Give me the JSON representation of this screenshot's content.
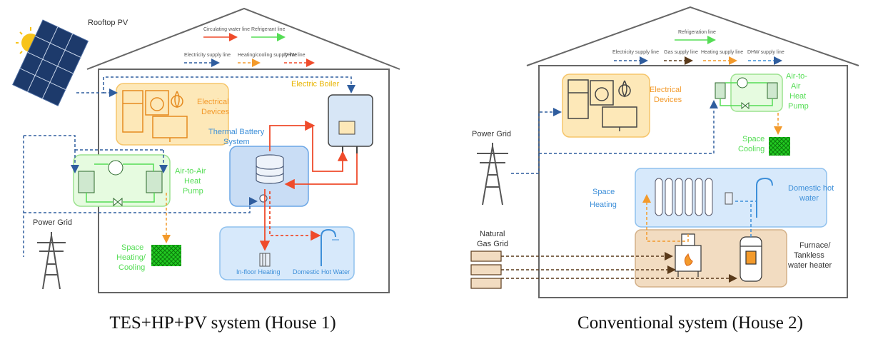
{
  "house1": {
    "caption": "TES+HP+PV system (House 1)",
    "legend": {
      "circulating_water": "Circulating water line",
      "refrigerant": "Refrigerant line",
      "electricity": "Electricity supply line",
      "heating_cooling": "Heating/cooling supply line",
      "dhw": "DHW line"
    },
    "labels": {
      "rooftop_pv": "Rooftop PV",
      "electrical_devices_1": "Electrical",
      "electrical_devices_2": "Devices",
      "electric_boiler": "Electric Boiler",
      "thermal_battery_1": "Thermal Battery",
      "thermal_battery_2": "System",
      "heat_pump_1": "Air-to-Air",
      "heat_pump_2": "Heat",
      "heat_pump_3": "Pump",
      "power_grid": "Power Grid",
      "space_heating_1": "Space",
      "space_heating_2": "Heating/",
      "space_heating_3": "Cooling",
      "infloor_heating": "In-floor Heating",
      "domestic_hot_water": "Domestic Hot Water"
    }
  },
  "house2": {
    "caption": "Conventional system (House 2)",
    "legend": {
      "refrigerant": "Refrigeration line",
      "electricity": "Electricity supply line",
      "gas": "Gas supply line",
      "heating": "Heating supply line",
      "dhw": "DHW supply line"
    },
    "labels": {
      "electrical_devices_1": "Electrical",
      "electrical_devices_2": "Devices",
      "heat_pump_1": "Air-to-",
      "heat_pump_2": "Air",
      "heat_pump_3": "Heat",
      "heat_pump_4": "Pump",
      "power_grid": "Power Grid",
      "space_cooling_1": "Space",
      "space_cooling_2": "Cooling",
      "space_heating_1": "Space",
      "space_heating_2": "Heating",
      "domestic_hot_water_1": "Domestic hot",
      "domestic_hot_water_2": "water",
      "natural_gas_1": "Natural",
      "natural_gas_2": "Gas Grid",
      "furnace_1": "Furnace/",
      "furnace_2": "Tankless",
      "furnace_3": "water heater"
    }
  },
  "colors": {
    "electricity": "#2f5d9e",
    "water": "#ef4b2b",
    "refrigerant": "#55dd55",
    "heating": "#f39a2b",
    "dhw_blue": "#3d8fd9",
    "gas": "#5a3a1a"
  }
}
